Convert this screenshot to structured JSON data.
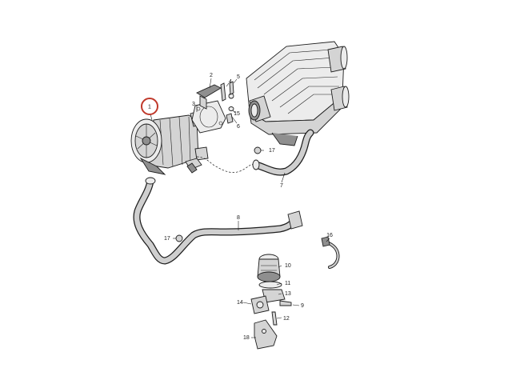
{
  "callouts": {
    "c1": "1",
    "c2": "2",
    "c3": "3",
    "c4": "4",
    "c5": "5",
    "c6": "6",
    "c7": "7",
    "c8": "8",
    "c9": "9",
    "c10": "10",
    "c11": "11",
    "c12": "12",
    "c13": "13",
    "c14": "14",
    "c15": "15",
    "c16": "16",
    "c17a": "17",
    "c17b": "17",
    "c18": "18"
  },
  "colors": {
    "highlight_circle": "#c0392b",
    "part_fill": "#d4d4d4",
    "outline": "#1e1e1e"
  }
}
